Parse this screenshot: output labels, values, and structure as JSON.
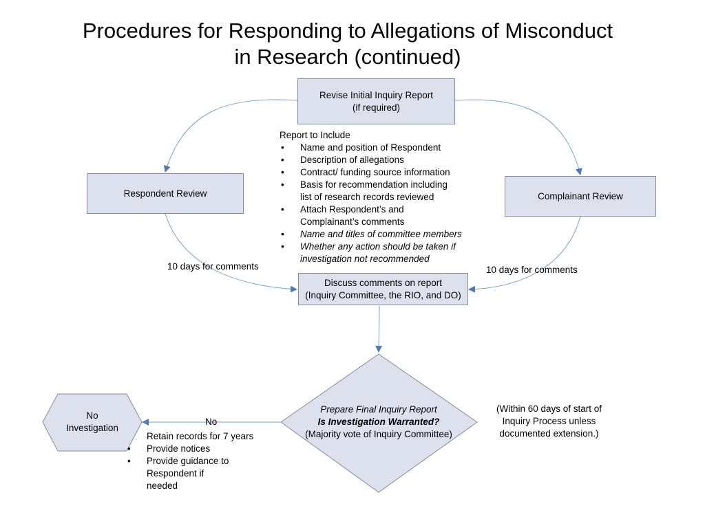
{
  "title_line1": "Procedures for Responding to Allegations of Misconduct",
  "title_line2": "in Research (continued)",
  "revise_box": {
    "line1": "Revise Initial Inquiry Report",
    "line2": "(if required)"
  },
  "respondent_box": "Respondent Review",
  "complainant_box": "Complainant Review",
  "report_include": {
    "heading": "Report to Include",
    "items": [
      {
        "text": "Name and position of Respondent",
        "italic": false
      },
      {
        "text": "Description of allegations",
        "italic": false
      },
      {
        "text": "Contract/ funding source information",
        "italic": false
      },
      {
        "text": "Basis for recommendation including list of research records reviewed",
        "italic": false
      },
      {
        "text": "Attach Respondent’s and Complainant’s comments",
        "italic": false
      },
      {
        "text": "Name and titles of committee members",
        "italic": true
      },
      {
        "text": "Whether any action should be taken if investigation not recommended",
        "italic": true
      }
    ]
  },
  "left_comment_label": "10 days for comments",
  "right_comment_label": "10 days for comments",
  "discuss_box": {
    "line1": "Discuss comments on report",
    "line2": "(Inquiry Committee, the RIO, and DO)"
  },
  "decision": {
    "line1": "Prepare Final Inquiry Report",
    "line2": "Is Investigation Warranted?",
    "line3": "(Majority vote of Inquiry Committee)"
  },
  "within_note": {
    "line1": "(Within 60 days of start of",
    "line2": "Inquiry Process unless",
    "line3": "documented extension.)"
  },
  "no_label": "No",
  "no_investigation": {
    "line1": "No",
    "line2": "Investigation"
  },
  "no_actions": {
    "heading": "Retain records for 7 years",
    "items": [
      "Provide notices",
      "Provide guidance to Respondent if needed"
    ]
  },
  "colors": {
    "box_fill": "#dde1ee",
    "box_border": "#868a9a",
    "connector": "#7e9fc4",
    "arrowhead": "#4f7ab5"
  }
}
